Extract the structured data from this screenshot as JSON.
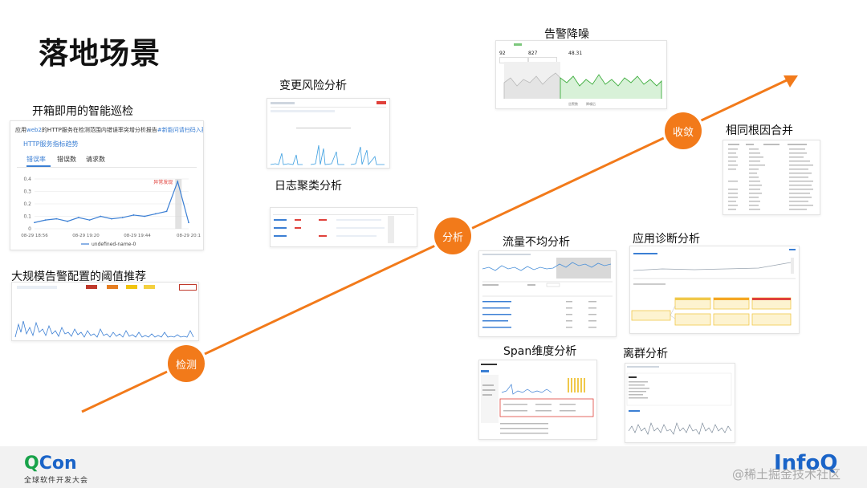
{
  "title": "落地场景",
  "stages": {
    "detect": "检测",
    "analyze": "分析",
    "converge": "收敛"
  },
  "labels": {
    "patrol": "开箱即用的智能巡检",
    "threshold": "大规模告警配置的阈值推荐",
    "change_risk": "变更风险分析",
    "log_cluster": "日志聚类分析",
    "alert_noise": "告警降噪",
    "root_merge": "相同根因合并",
    "traffic": "流量不均分析",
    "app_diag": "应用诊断分析",
    "span": "Span维度分析",
    "outlier": "离群分析"
  },
  "patrol_card": {
    "headline_prefix": "应用",
    "headline_app": "web2",
    "headline_mid": "的HTTP服务在检测范围内错误率突增分析报告",
    "headline_link": "#新能问请扫码入群",
    "subtitle": "HTTP服务指标趋势",
    "tabs": [
      "错误率",
      "错误数",
      "请求数"
    ],
    "annotation": "异常发现",
    "legend": "undefined-name-0"
  },
  "chart_data": {
    "type": "line",
    "categories": [
      "08-29 18:56",
      "08-29 19:20",
      "08-29 19:44",
      "08-29 20:1"
    ],
    "values": [
      0.05,
      0.07,
      0.08,
      0.06,
      0.09,
      0.07,
      0.1,
      0.08,
      0.09,
      0.11,
      0.1,
      0.12,
      0.14,
      0.38,
      0.05
    ],
    "yticks": [
      "0",
      "0.1",
      "0.2",
      "0.3",
      "0.4"
    ],
    "ylim": [
      0,
      0.4
    ],
    "xlabel": "",
    "ylabel": "",
    "series": [
      {
        "name": "undefined-name-0"
      }
    ],
    "colors": {
      "line": "#3b7fd4",
      "annotation": "#e0413b"
    }
  },
  "alert_card": {
    "stats": [
      "92",
      "827",
      "48.31"
    ],
    "legend": [
      "告警数",
      "降噪后"
    ]
  },
  "footer": {
    "qcon_q": "Q",
    "qcon_rest": "Con",
    "qcon_sub": "全球软件开发大会",
    "infoq": "InfoQ",
    "watermark": "@稀土掘金技术社区"
  },
  "colors": {
    "accent": "#f27a1a",
    "qcon_blue": "#1a64c8",
    "qcon_green": "#19a34a"
  }
}
